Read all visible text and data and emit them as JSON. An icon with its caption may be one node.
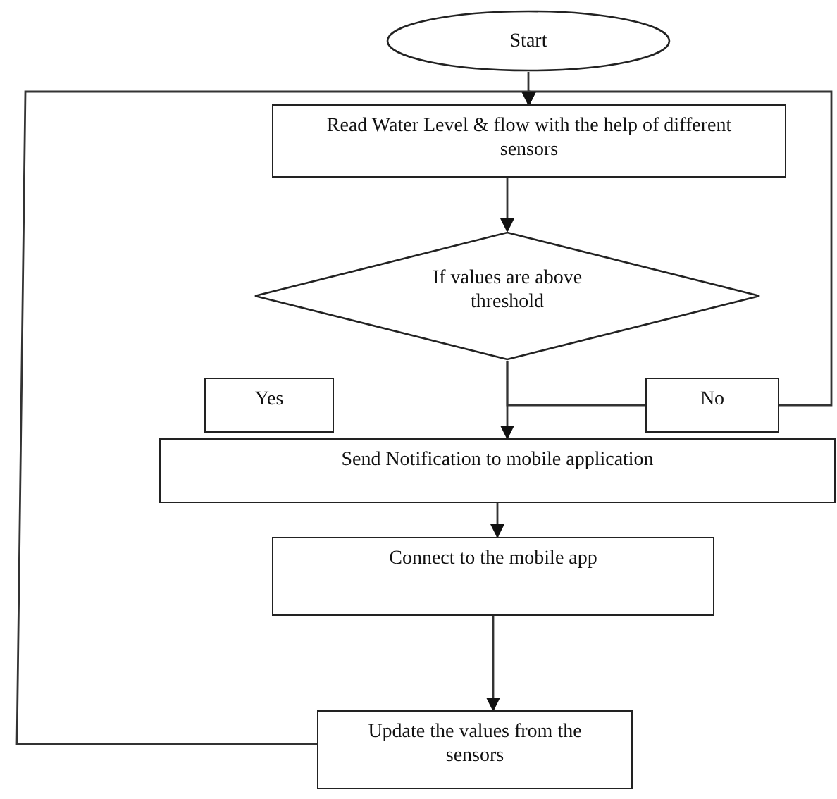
{
  "diagram": {
    "nodes": [
      {
        "text": [
          "Start"
        ]
      },
      {
        "text": [
          "Read Water Level & flow with the help of different sensors"
        ]
      },
      {
        "text": [
          "If values are above threshold"
        ]
      },
      {
        "text": [
          "Yes"
        ]
      },
      {
        "text": [
          "No"
        ]
      },
      {
        "text": [
          "Send Notification to mobile application"
        ]
      },
      {
        "text": [
          "Connect to the mobile app"
        ]
      },
      {
        "text": [
          "Update the values from the sensors"
        ]
      }
    ],
    "edges": [
      {
        "from": 0,
        "to": 1,
        "arrow": "to"
      },
      {
        "from": 1,
        "to": 2,
        "arrow": "to"
      },
      {
        "from": 2,
        "to": 5,
        "arrow": "to"
      },
      {
        "from": 2,
        "to": 4,
        "arrow": "none"
      },
      {
        "from": 4,
        "to": 1,
        "arrow": "to"
      },
      {
        "from": 5,
        "to": 6,
        "arrow": "to"
      },
      {
        "from": 6,
        "to": 7,
        "arrow": "to"
      },
      {
        "from": 7,
        "to": 1,
        "arrow": "to"
      }
    ]
  }
}
